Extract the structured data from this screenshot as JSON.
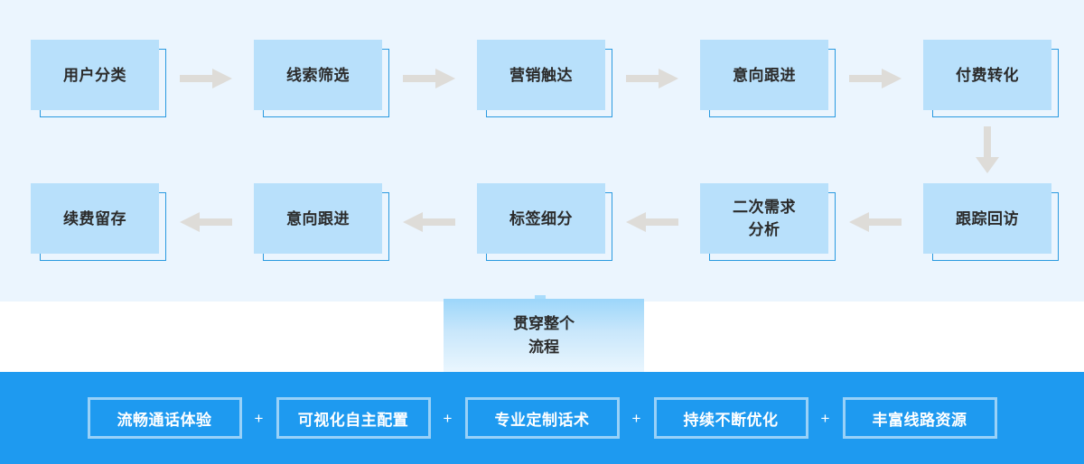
{
  "colors": {
    "flow_background": "#EBF5FE",
    "step_fill": "#B8E0FB",
    "step_outline": "#2A9AE0",
    "arrow": "#DEDCD8",
    "text": "#2B2B2B",
    "feature_bar": "#1E9AF0",
    "feature_chip_border": "#8FCDF7",
    "feature_chip_text": "#FFFFFF"
  },
  "flow": {
    "row1": [
      {
        "label": "用户分类"
      },
      {
        "label": "线索筛选"
      },
      {
        "label": "营销触达"
      },
      {
        "label": "意向跟进"
      },
      {
        "label": "付费转化"
      }
    ],
    "row2": [
      {
        "label": "续费留存"
      },
      {
        "label": "意向跟进"
      },
      {
        "label": "标签细分"
      },
      {
        "label": "二次需求\n分析"
      },
      {
        "label": "跟踪回访"
      }
    ],
    "arrows": {
      "row1": [
        "arrow-right-icon",
        "arrow-right-icon",
        "arrow-right-icon",
        "arrow-right-icon"
      ],
      "row2": [
        "arrow-left-icon",
        "arrow-left-icon",
        "arrow-left-icon",
        "arrow-left-icon"
      ],
      "connector": "arrow-down-icon"
    }
  },
  "callout": {
    "label": "贯穿整个\n流程"
  },
  "features": {
    "separator": "+",
    "items": [
      {
        "label": "流畅通话体验"
      },
      {
        "label": "可视化自主配置"
      },
      {
        "label": "专业定制话术"
      },
      {
        "label": "持续不断优化"
      },
      {
        "label": "丰富线路资源"
      }
    ]
  }
}
